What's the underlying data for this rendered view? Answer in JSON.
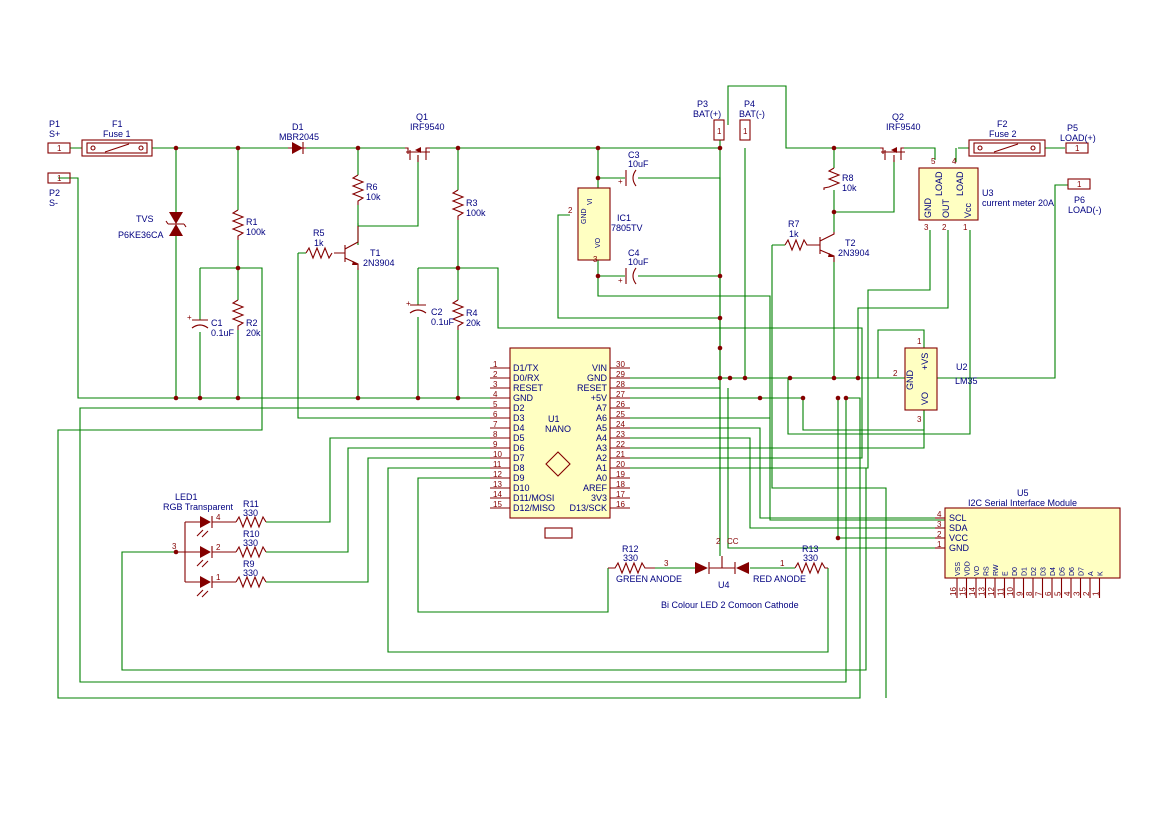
{
  "connectors": {
    "p1": {
      "ref": "P1",
      "name": "S+",
      "pin": "1"
    },
    "p2": {
      "ref": "P2",
      "name": "S-",
      "pin": "1"
    },
    "p3": {
      "ref": "P3",
      "name": "BAT(+)",
      "pin": "1"
    },
    "p4": {
      "ref": "P4",
      "name": "BAT(-)",
      "pin": "1"
    },
    "p5": {
      "ref": "P5",
      "name": "LOAD(+)",
      "pin": "1"
    },
    "p6": {
      "ref": "P6",
      "name": "LOAD(-)",
      "pin": "1"
    }
  },
  "parts": {
    "f1": {
      "ref": "F1",
      "value": "Fuse 1"
    },
    "f2": {
      "ref": "F2",
      "value": "Fuse 2"
    },
    "d1": {
      "ref": "D1",
      "value": "MBR2045"
    },
    "tvs": {
      "ref": "TVS",
      "value": "P6KE36CA"
    },
    "r1": {
      "ref": "R1",
      "value": "100k"
    },
    "r2": {
      "ref": "R2",
      "value": "20k"
    },
    "c1": {
      "ref": "C1",
      "value": "0.1uF"
    },
    "r3": {
      "ref": "R3",
      "value": "100k"
    },
    "r4": {
      "ref": "R4",
      "value": "20k"
    },
    "c2": {
      "ref": "C2",
      "value": "0.1uF"
    },
    "q1": {
      "ref": "Q1",
      "value": "IRF9540"
    },
    "q2": {
      "ref": "Q2",
      "value": "IRF9540"
    },
    "r5": {
      "ref": "R5",
      "value": "1k"
    },
    "r6": {
      "ref": "R6",
      "value": "10k"
    },
    "t1": {
      "ref": "T1",
      "value": "2N3904"
    },
    "r7": {
      "ref": "R7",
      "value": "1k"
    },
    "r8": {
      "ref": "R8",
      "value": "10k"
    },
    "t2": {
      "ref": "T2",
      "value": "2N3904"
    },
    "ic1": {
      "ref": "IC1",
      "value": "7805TV",
      "pin_vi": "VI",
      "pin_gnd": "GND",
      "pin_vo": "VO"
    },
    "c3": {
      "ref": "C3",
      "value": "10uF"
    },
    "c4": {
      "ref": "C4",
      "value": "10uF"
    },
    "u3": {
      "ref": "U3",
      "value": "current meter 20A",
      "pins": [
        "GND",
        "OUT",
        "Vcc",
        "LOAD",
        "LOAD"
      ]
    },
    "u2": {
      "ref": "U2",
      "value": "LM35",
      "pins": [
        "+VS",
        "GND",
        "VO"
      ]
    },
    "led1": {
      "ref": "LED1",
      "value": "RGB Transparent"
    },
    "r9": {
      "ref": "R9",
      "value": "330"
    },
    "r10": {
      "ref": "R10",
      "value": "330"
    },
    "r11": {
      "ref": "R11",
      "value": "330"
    },
    "r12": {
      "ref": "R12",
      "value": "330"
    },
    "r13": {
      "ref": "R13",
      "value": "330"
    },
    "u4": {
      "ref": "U4",
      "value": "Bi Colour LED 2 Comoon Cathode",
      "green": "GREEN ANODE",
      "red": "RED ANODE",
      "cc": "CC"
    },
    "u1": {
      "ref": "U1",
      "value": "NANO",
      "left": [
        {
          "n": "1",
          "name": "D1/TX"
        },
        {
          "n": "2",
          "name": "D0/RX"
        },
        {
          "n": "3",
          "name": "RESET"
        },
        {
          "n": "4",
          "name": "GND"
        },
        {
          "n": "5",
          "name": "D2"
        },
        {
          "n": "6",
          "name": "D3"
        },
        {
          "n": "7",
          "name": "D4"
        },
        {
          "n": "8",
          "name": "D5"
        },
        {
          "n": "9",
          "name": "D6"
        },
        {
          "n": "10",
          "name": "D7"
        },
        {
          "n": "11",
          "name": "D8"
        },
        {
          "n": "12",
          "name": "D9"
        },
        {
          "n": "13",
          "name": "D10"
        },
        {
          "n": "14",
          "name": "D11/MOSI"
        },
        {
          "n": "15",
          "name": "D12/MISO"
        }
      ],
      "right": [
        {
          "n": "30",
          "name": "VIN"
        },
        {
          "n": "29",
          "name": "GND"
        },
        {
          "n": "28",
          "name": "RESET"
        },
        {
          "n": "27",
          "name": "+5V"
        },
        {
          "n": "26",
          "name": "A7"
        },
        {
          "n": "25",
          "name": "A6"
        },
        {
          "n": "24",
          "name": "A5"
        },
        {
          "n": "23",
          "name": "A4"
        },
        {
          "n": "22",
          "name": "A3"
        },
        {
          "n": "21",
          "name": "A2"
        },
        {
          "n": "20",
          "name": "A1"
        },
        {
          "n": "19",
          "name": "A0"
        },
        {
          "n": "18",
          "name": "AREF"
        },
        {
          "n": "17",
          "name": "3V3"
        },
        {
          "n": "16",
          "name": "D13/SCK"
        }
      ]
    },
    "u5": {
      "ref": "U5",
      "value": "I2C Serial  Interface  Module",
      "left": [
        {
          "n": "4",
          "name": "SCL"
        },
        {
          "n": "3",
          "name": "SDA"
        },
        {
          "n": "2",
          "name": "VCC"
        },
        {
          "n": "1",
          "name": "GND"
        }
      ],
      "bottom": [
        {
          "n": "16",
          "name": "VSS"
        },
        {
          "n": "15",
          "name": "VDD"
        },
        {
          "n": "14",
          "name": "VO"
        },
        {
          "n": "13",
          "name": "RS"
        },
        {
          "n": "12",
          "name": "RW"
        },
        {
          "n": "11",
          "name": "E"
        },
        {
          "n": "10",
          "name": "D0"
        },
        {
          "n": "9",
          "name": "D1"
        },
        {
          "n": "8",
          "name": "D2"
        },
        {
          "n": "7",
          "name": "D3"
        },
        {
          "n": "6",
          "name": "D4"
        },
        {
          "n": "5",
          "name": "D5"
        },
        {
          "n": "4",
          "name": "D6"
        },
        {
          "n": "3",
          "name": "D7"
        },
        {
          "n": "2",
          "name": "A"
        },
        {
          "n": "1",
          "name": "K"
        }
      ]
    }
  },
  "pin_numbers": {
    "one": "1",
    "two": "2",
    "three": "3",
    "four": "4",
    "five": "5"
  }
}
